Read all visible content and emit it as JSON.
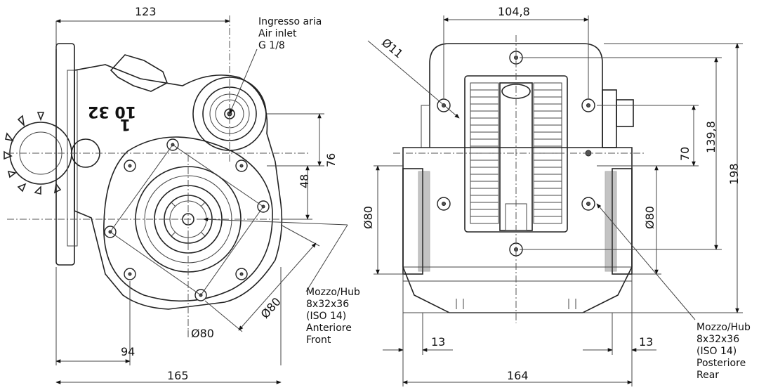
{
  "front_view": {
    "dim_width_top": "123",
    "dim_height_76": "76",
    "dim_height_48": "48",
    "dim_bottom_94": "94",
    "dim_bottom_165": "165",
    "dim_pcd_80": "Ø80",
    "dim_circle_80": "Ø80",
    "stamp_text": "10 32",
    "stamp_mark": "1"
  },
  "side_view": {
    "dim_width_top": "104,8",
    "dim_hole": "Ø11",
    "dim_height_70": "70",
    "dim_height_139_8": "139,8",
    "dim_height_198": "198",
    "dim_spigot_left": "Ø80",
    "dim_spigot_right": "Ø80",
    "dim_13_left": "13",
    "dim_13_right": "13",
    "dim_bottom_164": "164"
  },
  "air_inlet_callout": {
    "line1": "Ingresso aria",
    "line2": "Air inlet",
    "line3": "G 1/8"
  },
  "hub_front_callout": {
    "line1": "Mozzo/Hub",
    "line2": "8x32x36",
    "line3": "(ISO 14)",
    "line4": "Anteriore",
    "line5": "Front"
  },
  "hub_rear_callout": {
    "line1": "Mozzo/Hub",
    "line2": "8x32x36",
    "line3": "(ISO 14)",
    "line4": "Posteriore",
    "line5": "Rear"
  }
}
